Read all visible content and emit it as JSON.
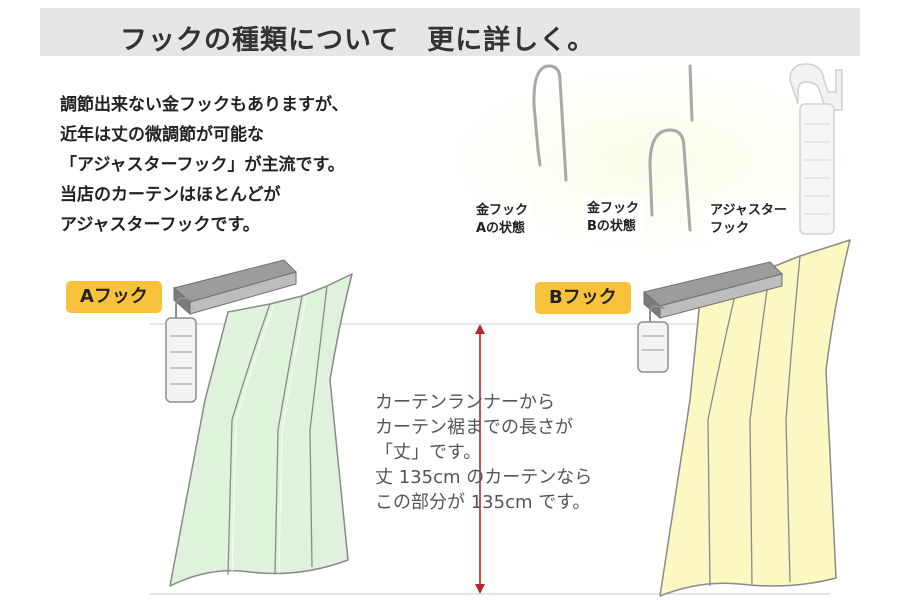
{
  "header": {
    "title": "フックの種類について　更に詳しく。"
  },
  "intro": {
    "lines": [
      "調節出来ない金フックもありますが、",
      "近年は丈の微調節が可能な",
      "「アジャスターフック」が主流です。",
      "当店のカーテンはほとんどが",
      "アジャスターフックです。"
    ]
  },
  "hooks": {
    "a_state": {
      "line1": "金フック",
      "line2": "Aの状態"
    },
    "b_state": {
      "line1": "金フック",
      "line2": "Bの状態"
    },
    "adjuster": {
      "line1": "アジャスター",
      "line2": "フック"
    }
  },
  "badges": {
    "a": "Aフック",
    "b": "Bフック"
  },
  "callout": {
    "lines": [
      "カーテンランナーから",
      "カーテン裾までの長さが",
      "「丈」です。",
      "丈 135cm のカーテンなら",
      "この部分が 135cm です。"
    ]
  },
  "colors": {
    "header_bg": "#e6e6e6",
    "badge": "#f8c23a",
    "curtain_a": "#dff3dc",
    "curtain_b": "#fbf8c2",
    "arrow": "#b02a2a"
  }
}
